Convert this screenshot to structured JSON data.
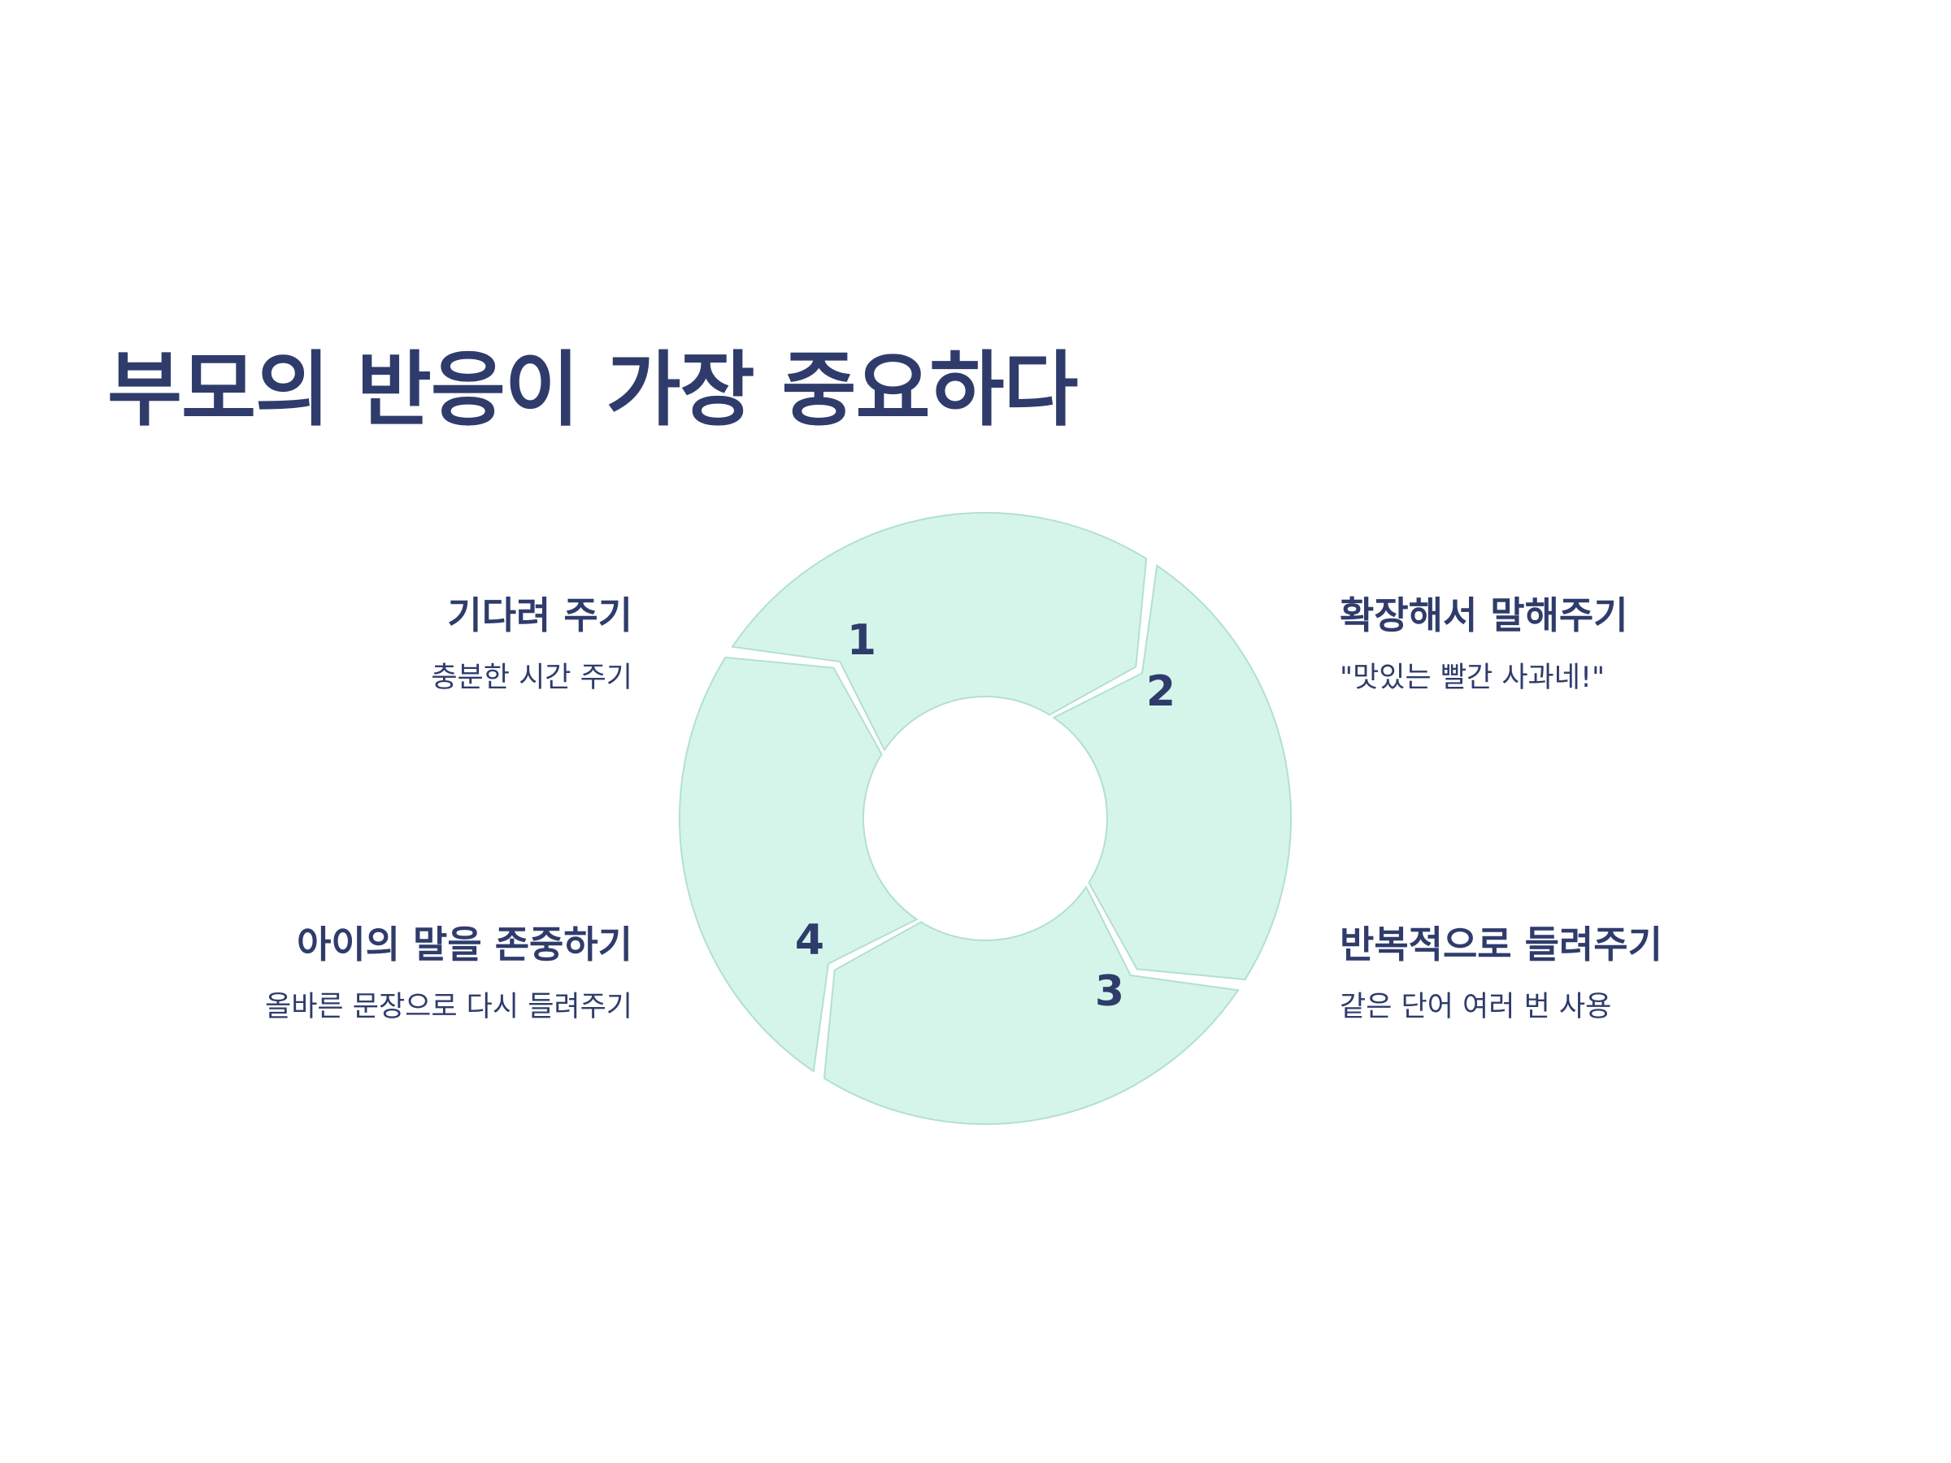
{
  "title": "부모의 반응이 가장 중요하다",
  "colors": {
    "segment_fill": "#d5f5eb",
    "segment_stroke": "#b2e0d0",
    "text": "#2f3c6b"
  },
  "steps": [
    {
      "number": "1",
      "title": "기다려 주기",
      "description": "충분한 시간 주기"
    },
    {
      "number": "2",
      "title": "확장해서 말해주기",
      "description": "\"맛있는 빨간 사과네!\""
    },
    {
      "number": "3",
      "title": "반복적으로 들려주기",
      "description": "같은 단어 여러 번 사용"
    },
    {
      "number": "4",
      "title": "아이의 말을 존중하기",
      "description": "올바른 문장으로 다시 들려주기"
    }
  ]
}
